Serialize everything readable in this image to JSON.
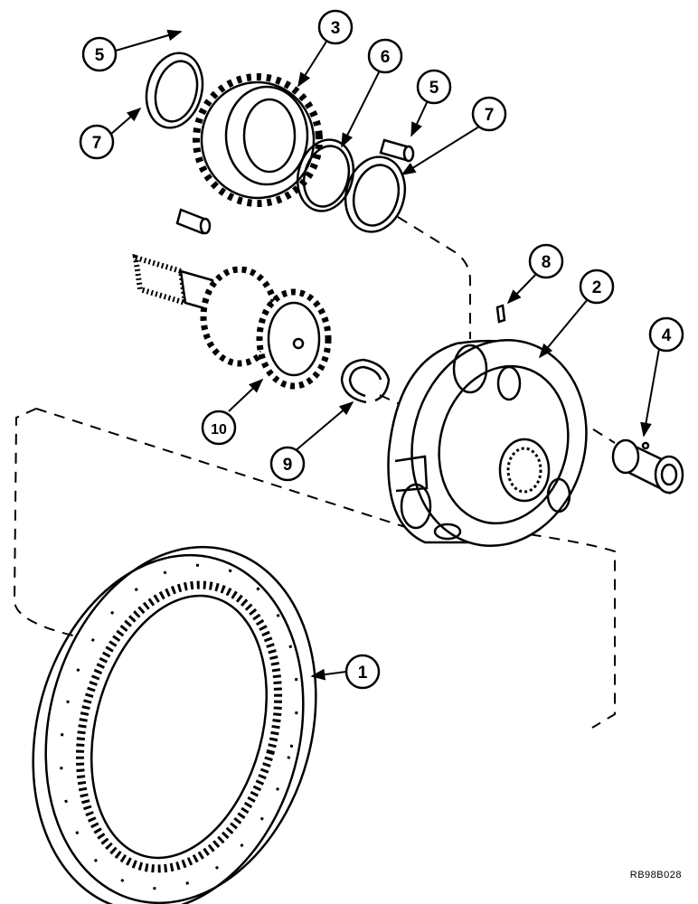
{
  "figure": {
    "reference_code": "RB98B028",
    "colors": {
      "ink": "#000000",
      "paper": "#ffffff"
    },
    "parts": [
      {
        "callout": "1",
        "name": "ring-gear"
      },
      {
        "callout": "2",
        "name": "planet-carrier"
      },
      {
        "callout": "3",
        "name": "planet-gear"
      },
      {
        "callout": "4",
        "name": "coupler-sleeve"
      },
      {
        "callout": "5",
        "name": "planet-pin-upper"
      },
      {
        "callout": "5",
        "name": "planet-pin-right"
      },
      {
        "callout": "6",
        "name": "bearing-ring"
      },
      {
        "callout": "7",
        "name": "thrust-washer-left"
      },
      {
        "callout": "7",
        "name": "thrust-washer-right"
      },
      {
        "callout": "8",
        "name": "roll-pin"
      },
      {
        "callout": "9",
        "name": "snap-ring"
      },
      {
        "callout": "10",
        "name": "sun-gear-shaft"
      }
    ]
  }
}
